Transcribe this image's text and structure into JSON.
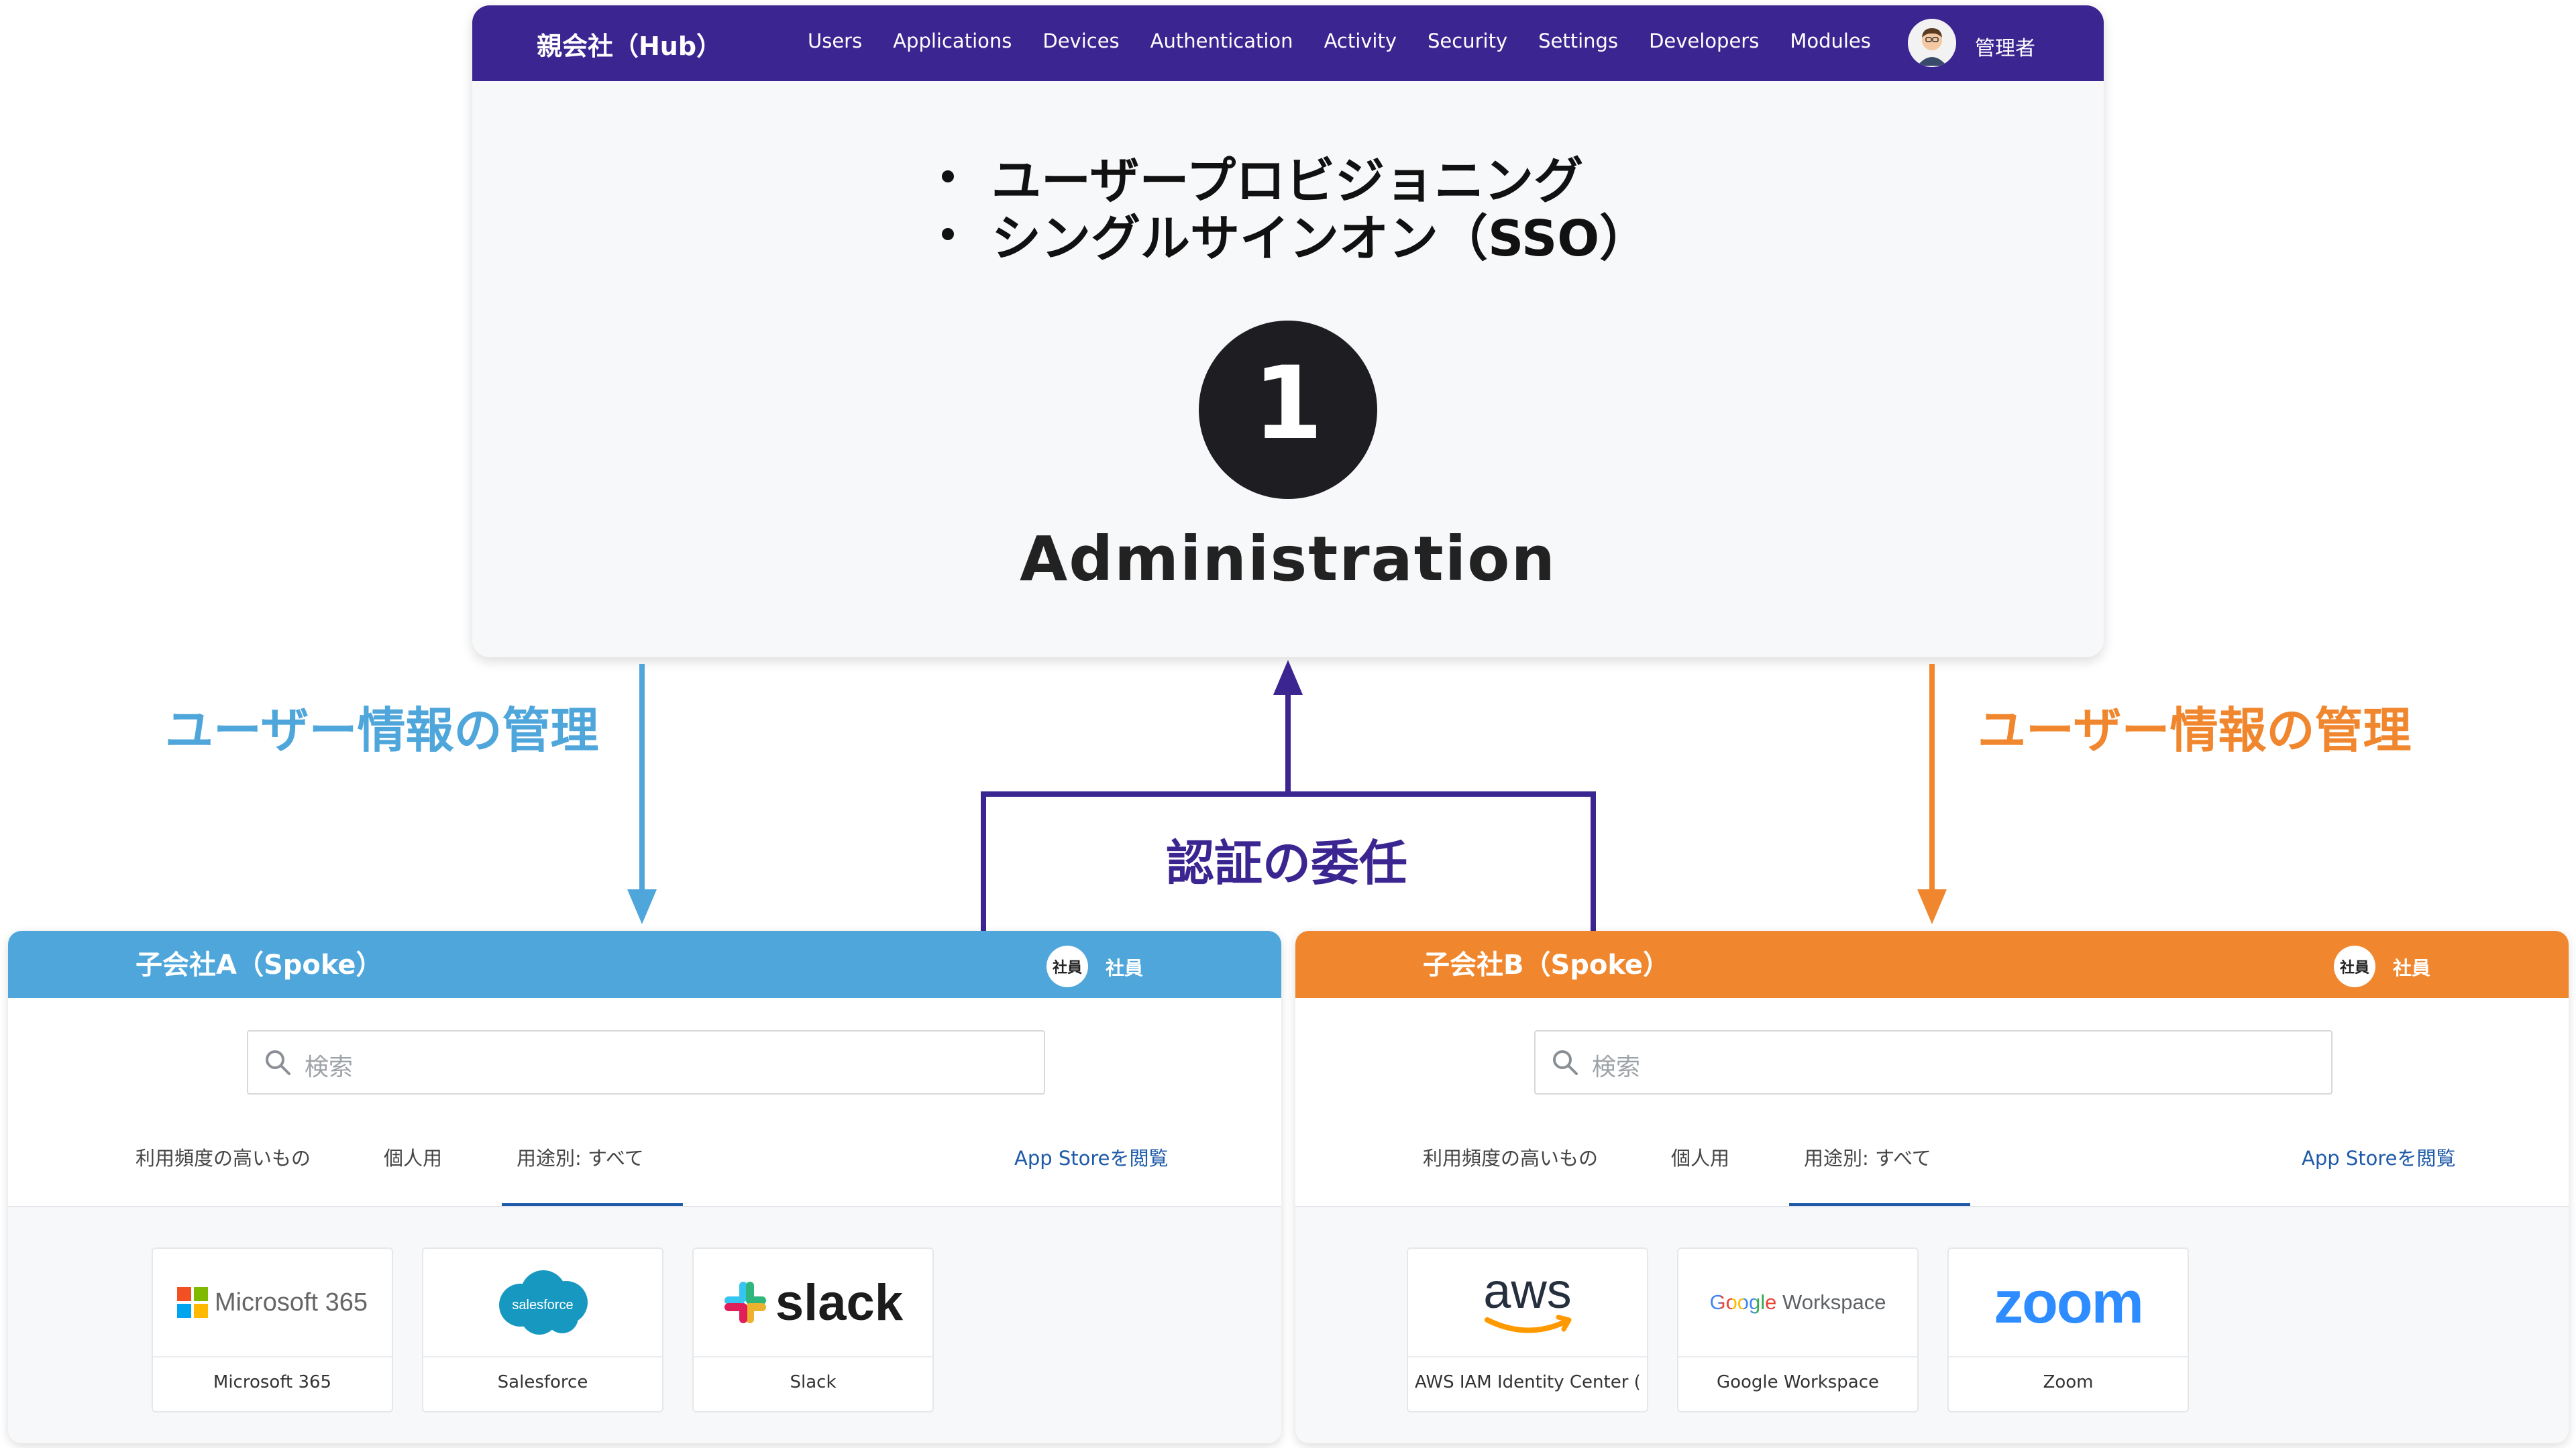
{
  "hub": {
    "title": "親会社（Hub）",
    "nav": [
      "Users",
      "Applications",
      "Devices",
      "Authentication",
      "Activity",
      "Security",
      "Settings",
      "Developers",
      "Modules"
    ],
    "user": "管理者",
    "bullets": [
      "ユーザープロビジョニング",
      "シングルサインオン（SSO）"
    ],
    "badge": "1",
    "caption": "Administration"
  },
  "connectors": {
    "left_label": "ユーザー情報の管理",
    "center_label": "認証の委任",
    "right_label": "ユーザー情報の管理",
    "colors": {
      "left": "#4ea6db",
      "center": "#3b2591",
      "right": "#f0872e"
    }
  },
  "spoke_a": {
    "title": "子会社A（Spoke）",
    "role_icon": "社員",
    "role": "社員",
    "search_placeholder": "検索",
    "tabs": [
      "利用頻度の高いもの",
      "個人用",
      "用途別: すべて"
    ],
    "store_link": "App Storeを閲覧",
    "apps": [
      {
        "name": "Microsoft 365",
        "logo": "Microsoft 365"
      },
      {
        "name": "Salesforce",
        "logo": "salesforce"
      },
      {
        "name": "Slack",
        "logo": "slack"
      }
    ]
  },
  "spoke_b": {
    "title": "子会社B（Spoke）",
    "role_icon": "社員",
    "role": "社員",
    "search_placeholder": "検索",
    "tabs": [
      "利用頻度の高いもの",
      "個人用",
      "用途別: すべて"
    ],
    "store_link": "App Storeを閲覧",
    "apps": [
      {
        "name": "AWS IAM Identity Center (...",
        "logo": "aws"
      },
      {
        "name": "Google Workspace",
        "logo_google": "Google",
        "logo_workspace": "Workspace"
      },
      {
        "name": "Zoom",
        "logo": "zoom"
      }
    ]
  }
}
